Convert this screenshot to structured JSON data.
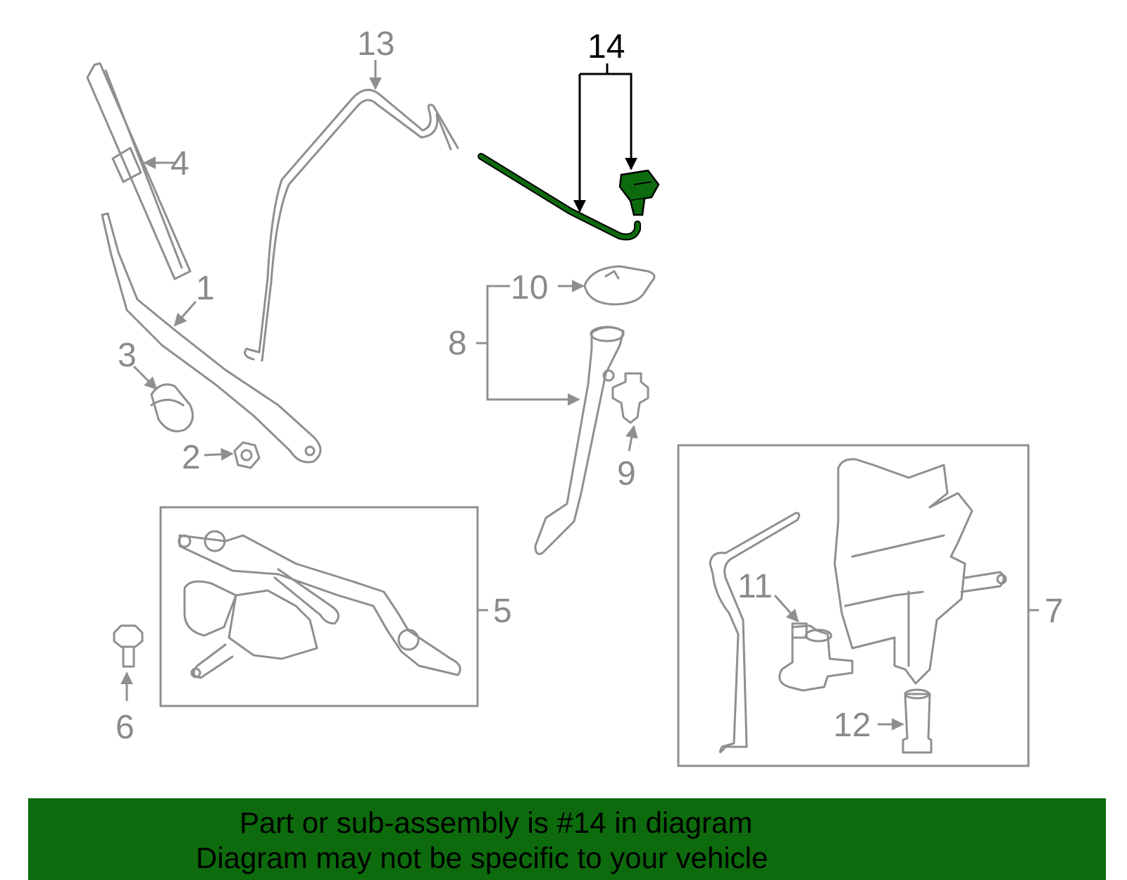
{
  "callouts": {
    "c1": "1",
    "c2": "2",
    "c3": "3",
    "c4": "4",
    "c5": "5",
    "c6": "6",
    "c7": "7",
    "c8": "8",
    "c9": "9",
    "c10": "10",
    "c11": "11",
    "c12": "12",
    "c13": "13",
    "c14": "14"
  },
  "highlight": {
    "part": "14",
    "color": "#0d6b0d"
  },
  "banner": {
    "line1": "Part or sub-assembly is #14 in diagram",
    "line2": "Diagram may not be specific to your vehicle",
    "background": "#0d6b0d"
  }
}
